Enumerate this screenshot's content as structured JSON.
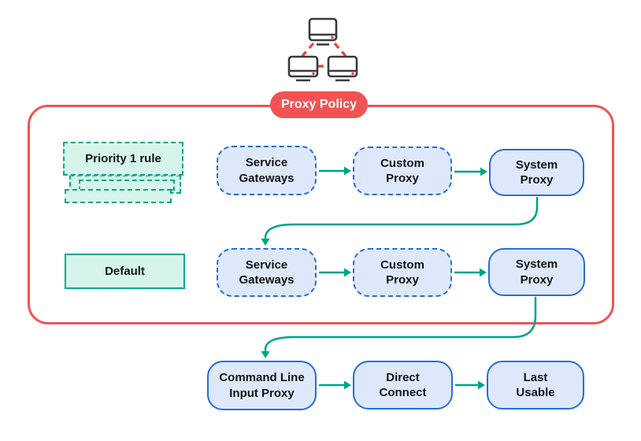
{
  "colors": {
    "red": "#f15354",
    "teal": "#00a287",
    "mint-fill": "#d6f5ea",
    "mint-stroke": "#00a88e",
    "blue-stroke": "#2a6bdb",
    "blue-fill": "#dde9fb",
    "icon-stroke": "#3a3a3a",
    "icon-red": "#e9423c",
    "text": "#141414"
  },
  "badge": {
    "label": "Proxy Policy"
  },
  "rules": {
    "priority": {
      "label": "Priority 1 rule"
    },
    "default": {
      "label": "Default"
    }
  },
  "row1": {
    "nodes": [
      {
        "label": "Service\nGateways",
        "style": "dashed"
      },
      {
        "label": "Custom\nProxy",
        "style": "dashed"
      },
      {
        "label": "System\nProxy",
        "style": "solid"
      }
    ]
  },
  "row2": {
    "nodes": [
      {
        "label": "Service\nGateways",
        "style": "dashed"
      },
      {
        "label": "Custom\nProxy",
        "style": "dashed"
      },
      {
        "label": "System\nProxy",
        "style": "solid"
      }
    ]
  },
  "row3": {
    "nodes": [
      {
        "label": "Command Line\nInput Proxy",
        "style": "solid"
      },
      {
        "label": "Direct\nConnect",
        "style": "solid"
      },
      {
        "label": "Last\nUsable",
        "style": "solid"
      }
    ]
  }
}
